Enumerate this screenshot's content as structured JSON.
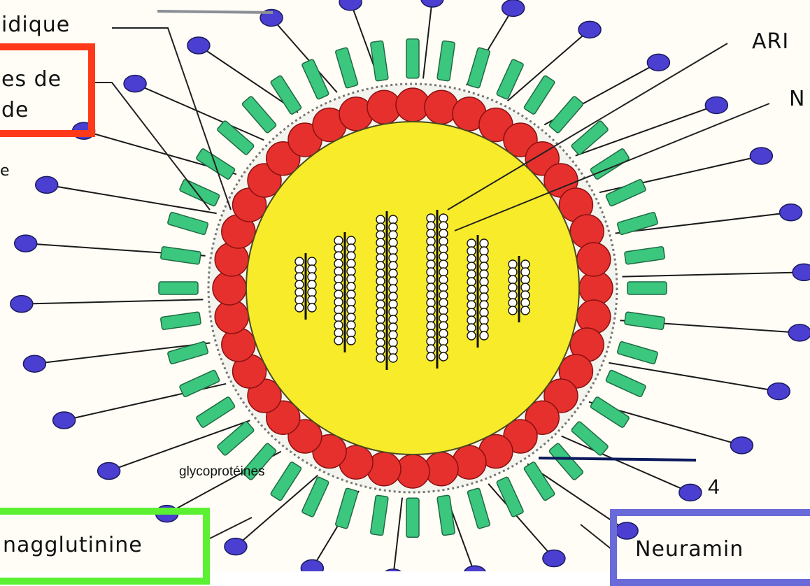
{
  "labels": {
    "lipidique": "idique",
    "proteines_de": "es de",
    "de": "de",
    "arn": "ARI",
    "n": "N",
    "glycoproteines": "glycoprotéines",
    "number": "4",
    "hemagglutinine": "nagglutinine",
    "neuraminidase": "Neuramin",
    "left_edge": "e"
  },
  "colors": {
    "core": "#f8ec2a",
    "capsomere": "#e5302e",
    "spike": "#3cc77e",
    "knob": "#4a3fd0",
    "red_box": "#ff3a1a",
    "green_box": "#5bf032",
    "blue_box": "#6a6ad8",
    "navy_line": "#0d1a5c",
    "gray_line": "#8a8f95"
  }
}
